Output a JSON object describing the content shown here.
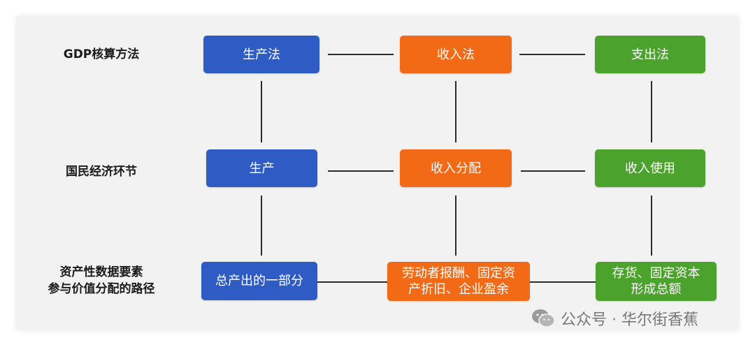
{
  "row_labels": {
    "gdp_methods": "GDP核算方法",
    "economic_stages": "国民经济环节",
    "factor_paths": "资产性数据要素\n参与价值分配的路径"
  },
  "methods": {
    "production": "生产法",
    "income": "收入法",
    "expenditure": "支出法"
  },
  "stages": {
    "production": "生产",
    "distribution": "收入分配",
    "use": "收入使用"
  },
  "paths": {
    "production": "总产出的一部分",
    "distribution": "劳动者报酬、固定资\n产折旧、企业盈余",
    "use": "存货、固定资本\n形成总额"
  },
  "colors": {
    "blue": "#2f5cc4",
    "orange": "#f26a16",
    "green": "#4ba32d"
  },
  "watermark": {
    "icon": "wechat-icon",
    "text": "公众号 · 华尔街香蕉"
  }
}
